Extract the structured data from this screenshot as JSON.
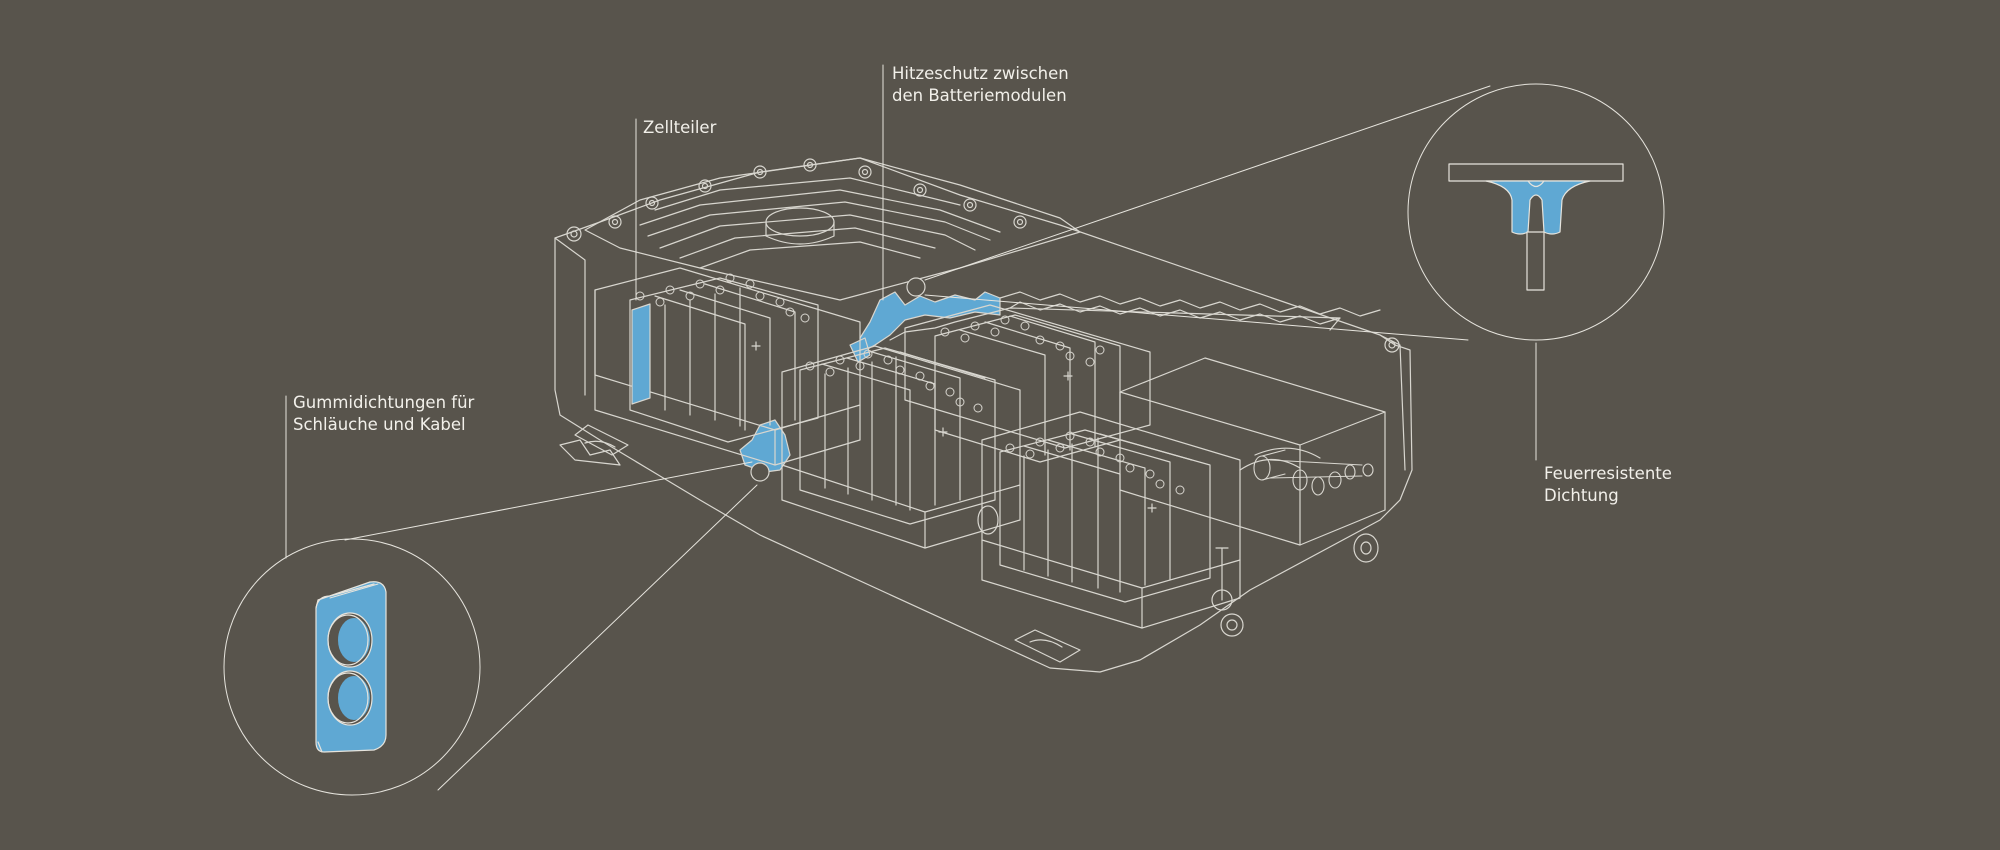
{
  "labels": {
    "zellteiler": "Zellteiler",
    "hitzeschutz": "Hitzeschutz zwischen\nden Batteriemodulen",
    "gummidichtungen": "Gummidichtungen für\nSchläuche und Kabel",
    "feuerresistente": "Feuerresistente\nDichtung"
  },
  "colors": {
    "background": "#58544c",
    "line": "#d8d6cf",
    "highlight": "#5fa8d3",
    "text": "#f2f0ea"
  }
}
